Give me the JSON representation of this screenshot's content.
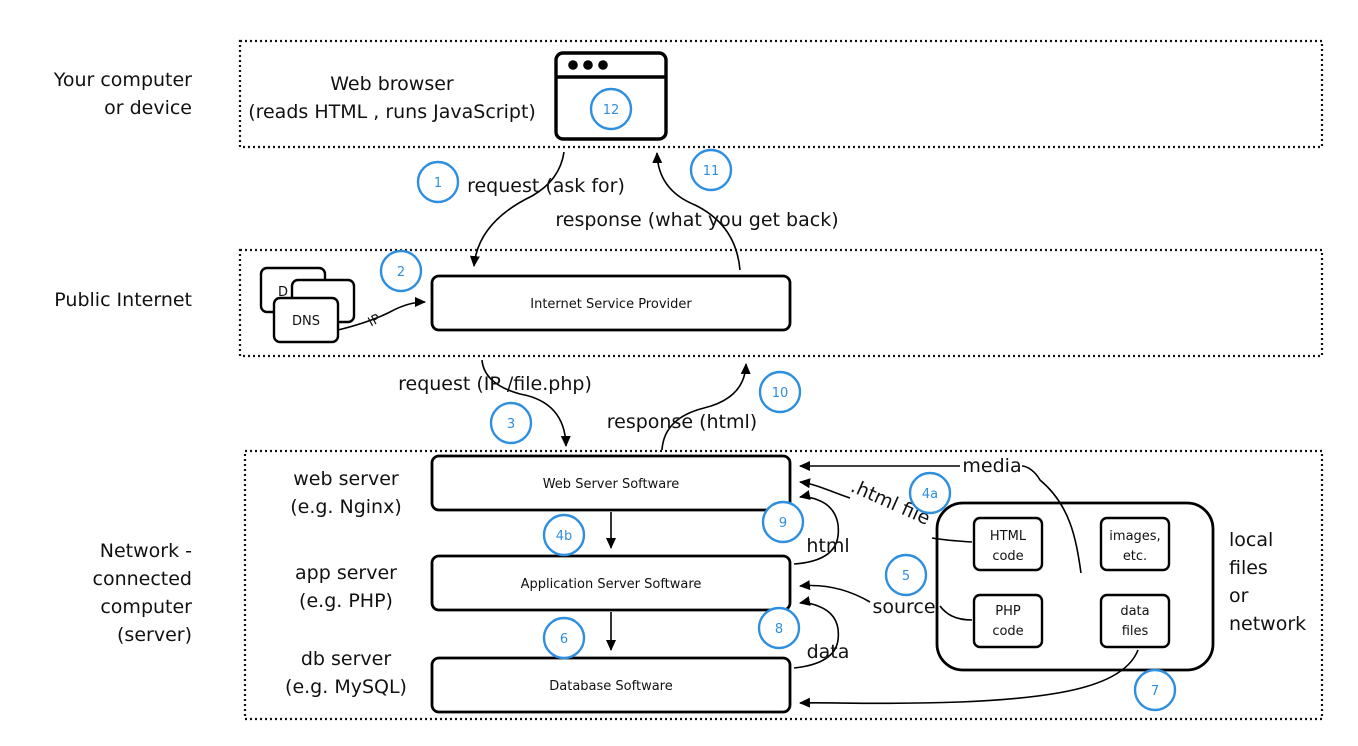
{
  "zones": {
    "device": [
      "Your computer",
      "or device"
    ],
    "internet": "Public Internet",
    "server": [
      "Network -",
      "connected",
      "computer",
      "(server)"
    ]
  },
  "browser": {
    "title": "Web browser",
    "subtitle": "(reads HTML , runs JavaScript)"
  },
  "nodes": {
    "isp": "Internet Service Provider",
    "dns_back": "D",
    "dns_front": "DNS",
    "web_server_software": "Web Server Software",
    "app_server_software": "Application Server Software",
    "database_software": "Database Software",
    "html_code": [
      "HTML",
      "code"
    ],
    "images": [
      "images,",
      "etc."
    ],
    "php_code": [
      "PHP",
      "code"
    ],
    "data_files": [
      "data",
      "files"
    ]
  },
  "server_roles": {
    "web": [
      "web server",
      "(e.g. Nginx)"
    ],
    "app": [
      "app server",
      "(e.g. PHP)"
    ],
    "db": [
      "db server",
      "(e.g. MySQL)"
    ]
  },
  "local_files": [
    "local",
    "files",
    "or",
    "network"
  ],
  "edge_labels": {
    "request": "request (ask for)",
    "response": "response (what you get back)",
    "ip": "IP",
    "request_ip": "request (IP /file.php)",
    "response_html": "response (html)",
    "media": "media",
    "html_file": ".html file",
    "html": "html",
    "source": "source",
    "data": "data"
  },
  "steps": [
    "1",
    "2",
    "3",
    "4a",
    "4b",
    "5",
    "6",
    "7",
    "8",
    "9",
    "10",
    "11",
    "12"
  ],
  "colors": {
    "step_badge": "#2f8fdf",
    "outline": "#000000"
  }
}
